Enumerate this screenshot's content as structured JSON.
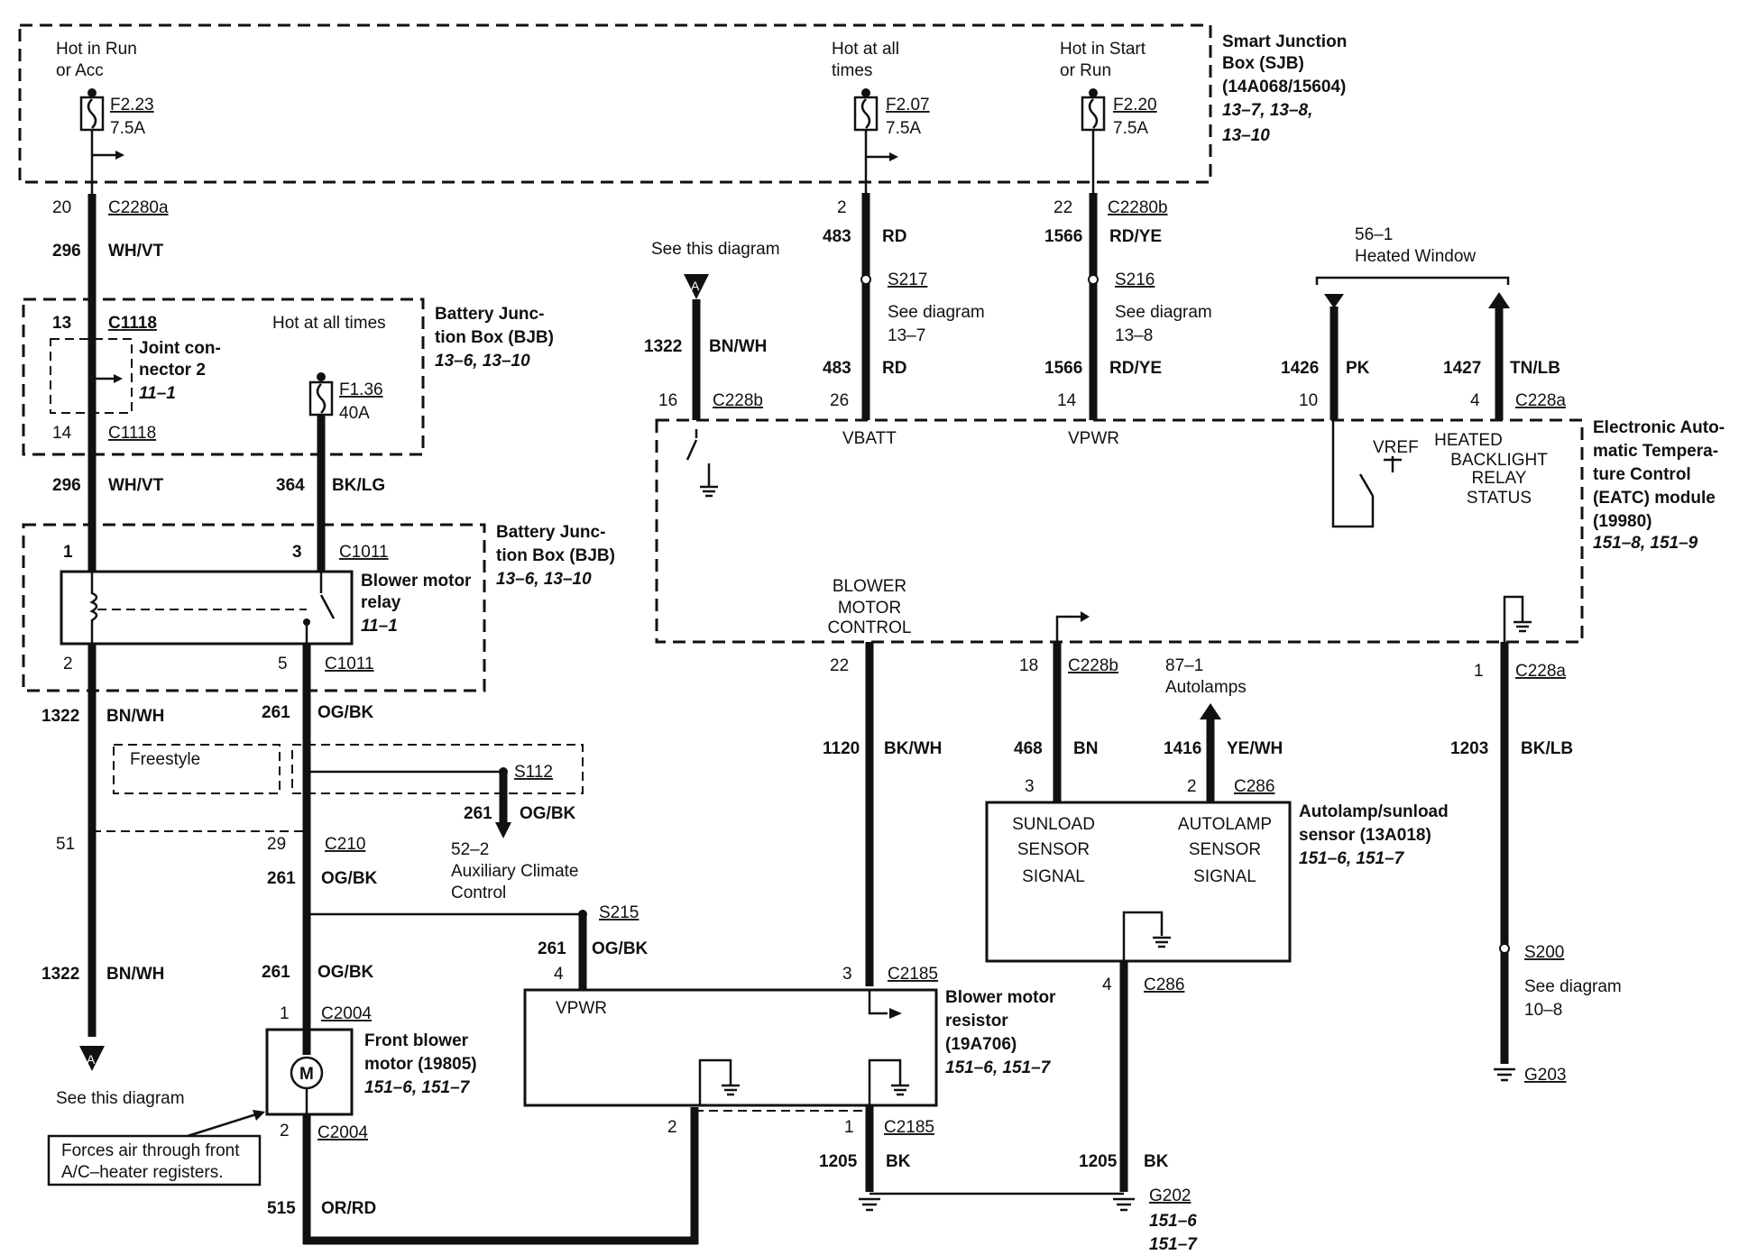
{
  "sjb": {
    "title": [
      "Smart Junction",
      "Box (SJB)",
      "(14A068/15604)"
    ],
    "refs": [
      "13–7, 13–8,",
      "13–10"
    ],
    "fuses": [
      {
        "id": "F2.23",
        "rating": "7.5A",
        "label": [
          "Hot in Run",
          "or Acc"
        ]
      },
      {
        "id": "F2.07",
        "rating": "7.5A",
        "label": [
          "Hot at all",
          "times"
        ]
      },
      {
        "id": "F2.20",
        "rating": "7.5A",
        "label": [
          "Hot in Start",
          "or Run"
        ]
      }
    ]
  },
  "bjb_top": {
    "title": [
      "Battery Junc-",
      "tion Box (BJB)"
    ],
    "refs": "13–6, 13–10",
    "hot": "Hot at all times",
    "joint": [
      "Joint con-",
      "nector 2"
    ],
    "joint_ref": "11–1",
    "fuse": {
      "id": "F1.36",
      "rating": "40A"
    },
    "conn_top": "C1118",
    "pin_top": "13",
    "conn_bot": "C1118",
    "pin_bot": "14"
  },
  "bjb_relay": {
    "title": [
      "Battery Junc-",
      "tion Box (BJB)"
    ],
    "refs": "13–6, 13–10",
    "relay": [
      "Blower motor",
      "relay"
    ],
    "relay_ref": "11–1",
    "pins": {
      "p1": "1",
      "p3": "3",
      "p2": "2",
      "p5": "5"
    },
    "conn": "C1011"
  },
  "eatc": {
    "title": [
      "Electronic Auto-",
      "matic Tempera-",
      "ture Control",
      "(EATC) module",
      "(19980)"
    ],
    "refs": "151–8, 151–9",
    "vbatt": "VBATT",
    "vpwr": "VPWR",
    "vref": "VREF",
    "heated": [
      "HEATED",
      "BACKLIGHT",
      "RELAY",
      "STATUS"
    ],
    "blower": [
      "BLOWER",
      "MOTOR",
      "CONTROL"
    ]
  },
  "wires": {
    "w20": {
      "pin": "20",
      "conn": "C2280a",
      "circuit": "296",
      "color": "WH/VT"
    },
    "w296b": {
      "circuit": "296",
      "color": "WH/VT"
    },
    "w364": {
      "circuit": "364",
      "color": "BK/LG"
    },
    "w2": {
      "pin": "2",
      "circuit": "483",
      "color": "RD"
    },
    "w22": {
      "pin": "22",
      "conn": "C2280b",
      "circuit": "1566",
      "color": "RD/YE"
    },
    "s217": {
      "id": "S217",
      "see": [
        "See diagram",
        "13–7"
      ]
    },
    "s216": {
      "id": "S216",
      "see": [
        "See diagram",
        "13–8"
      ]
    },
    "w483b": {
      "circuit": "483",
      "color": "RD",
      "pin": "26"
    },
    "w1566b": {
      "circuit": "1566",
      "color": "RD/YE",
      "pin": "14"
    },
    "a_top": {
      "see": "See this diagram",
      "circuit": "1322",
      "color": "BN/WH",
      "pin": "16",
      "conn": "C228b",
      "letter": "A"
    },
    "heated_window": {
      "ref": "56–1",
      "label": "Heated Window"
    },
    "w1426": {
      "circuit": "1426",
      "color": "PK",
      "pin": "10"
    },
    "w1427": {
      "circuit": "1427",
      "color": "TN/LB",
      "pin": "4",
      "conn": "C228a"
    },
    "w1322": {
      "circuit": "1322",
      "color": "BN/WH"
    },
    "w261a": {
      "circuit": "261",
      "color": "OG/BK"
    },
    "freestyle": "Freestyle",
    "s112": {
      "id": "S112",
      "circuit": "261",
      "color": "OG/BK",
      "ref": "52–2",
      "label": [
        "Auxiliary Climate",
        "Control"
      ]
    },
    "pin51": "51",
    "c210": {
      "pin": "29",
      "conn": "C210"
    },
    "w261b": {
      "circuit": "261",
      "color": "OG/BK"
    },
    "s215": {
      "id": "S215",
      "circuit": "261",
      "color": "OG/BK",
      "pin": "4"
    },
    "w1322b": {
      "circuit": "1322",
      "color": "BN/WH"
    },
    "w261c": {
      "circuit": "261",
      "color": "OG/BK"
    },
    "c2004a": {
      "pin": "1",
      "conn": "C2004"
    },
    "a_bot": {
      "see": "See this diagram",
      "letter": "A"
    },
    "c2004b": {
      "pin": "2",
      "conn": "C2004"
    },
    "w515": {
      "circuit": "515",
      "color": "OR/RD"
    },
    "w22b": {
      "pin": "22",
      "circuit": "1120",
      "color": "BK/WH"
    },
    "w18": {
      "pin": "18",
      "conn": "C228b",
      "circuit": "468",
      "color": "BN"
    },
    "autolamps": {
      "ref": "87–1",
      "label": "Autolamps"
    },
    "w1416": {
      "circuit": "1416",
      "color": "YE/WH",
      "pin": "2",
      "conn": "C286"
    },
    "pin3": "3",
    "w1203": {
      "pin": "1",
      "conn": "C228a",
      "circuit": "1203",
      "color": "BK/LB"
    },
    "s200": {
      "id": "S200",
      "see": [
        "See diagram",
        "10–8"
      ],
      "ground": "G203"
    },
    "c2185a": {
      "pin": "3",
      "conn": "C2185"
    },
    "c2185b": {
      "pin": "1",
      "conn": "C2185",
      "circuit": "1205",
      "color": "BK"
    },
    "pin2r": "2",
    "c286b": {
      "pin": "4",
      "conn": "C286",
      "circuit": "1205",
      "color": "BK"
    },
    "g202": {
      "id": "G202",
      "refs": [
        "151–6",
        "151–7"
      ]
    }
  },
  "motor": {
    "symbol": "M",
    "title": [
      "Front blower",
      "motor (19805)"
    ],
    "refs": "151–6, 151–7",
    "note": [
      "Forces air through front",
      "A/C–heater registers."
    ]
  },
  "resistor": {
    "vpwr": "VPWR",
    "title": [
      "Blower motor",
      "resistor",
      "(19A706)"
    ],
    "refs": "151–6, 151–7"
  },
  "sensor": {
    "sunload": [
      "SUNLOAD",
      "SENSOR",
      "SIGNAL"
    ],
    "autolamp": [
      "AUTOLAMP",
      "SENSOR",
      "SIGNAL"
    ],
    "title": [
      "Autolamp/sunload",
      "sensor (13A018)"
    ],
    "refs": "151–6, 151–7"
  }
}
